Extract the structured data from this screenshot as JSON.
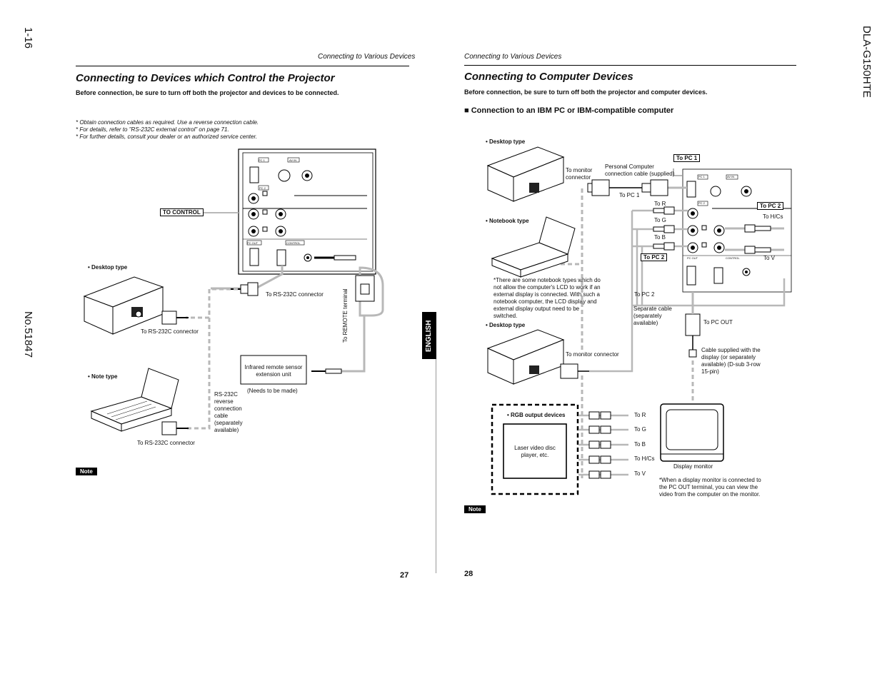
{
  "side": {
    "page_ref": "1-16",
    "doc_no": "No.51847",
    "model": "DLA-G150HTE"
  },
  "left": {
    "section_header": "Connecting to Various Devices",
    "title": "Connecting to Devices which Control the Projector",
    "subtitle": "Before connection, be sure to turn off both the projector and devices to be connected.",
    "notes": [
      "* Obtain connection cables as required. Use a reverse connection cable.",
      "* For details, refer to \"RS-232C external control\" on page 71.",
      "* For further details, consult your dealer or an authorized service center."
    ],
    "to_control": "TO CONTROL",
    "desktop_type": "• Desktop type",
    "note_type": "• Note type",
    "rs232_1": "To RS-232C connector",
    "rs232_2": "To RS-232C connector",
    "rs232_3": "To RS-232C connector",
    "remote_terminal": "To REMOTE terminal",
    "ir_sensor": "Infrared remote sensor extension unit",
    "needs_made": "(Needs to be made)",
    "reverse_cable": "RS-232C reverse connection cable (separately available)",
    "note_label": "Note",
    "page_num": "27",
    "english_tab": "ENGLISH"
  },
  "right": {
    "section_header": "Connecting to Various Devices",
    "title": "Connecting to Computer Devices",
    "subtitle": "Before connection, be sure to turn off both the projector and computer devices.",
    "subheading": "Connection to an IBM PC or IBM-compatible computer",
    "desktop_type_1": "• Desktop type",
    "notebook_type": "• Notebook type",
    "desktop_type_2": "• Desktop type",
    "to_monitor_connector_1": "To monitor connector",
    "pc_cable": "Personal Computer connection cable (supplied)",
    "to_pc1_box": "To PC 1",
    "to_pc1": "To PC 1",
    "to_pc2_box_a": "To PC 2",
    "to_pc2_box_b": "To PC 2",
    "to_r": "To R",
    "to_g": "To G",
    "to_b": "To B",
    "to_hcs": "To H/Cs",
    "to_v": "To V",
    "notebook_note": "*There are some notebook types which do not allow the computer's LCD to work if an external display is connected. With such a notebook computer, the LCD display and external display output need to be switched.",
    "to_pc2": "To PC 2",
    "separate_cable": "Separate cable (separately available)",
    "to_pc_out": "To PC OUT",
    "to_monitor_connector_2": "To monitor connector",
    "cable_supplied": "Cable supplied with the display (or separately available) (D-sub 3-row 15-pin)",
    "rgb_devices": "• RGB output devices",
    "laser_disc": "Laser video disc player, etc.",
    "rgb_r": "To R",
    "rgb_g": "To G",
    "rgb_b": "To B",
    "rgb_hcs": "To H/Cs",
    "rgb_v": "To V",
    "display_monitor": "Display monitor",
    "monitor_note": "*When a display monitor is connected to the PC OUT terminal, you can view the video from the computer on the monitor.",
    "note_label": "Note",
    "page_num": "28"
  },
  "panel_labels": {
    "pc1": "PC 1",
    "avin": "AV IN",
    "pc2": "PC 2",
    "pcout": "PC OUT",
    "control": "CONTROL"
  },
  "colors": {
    "cable_gray": "#b8b8b8",
    "line_black": "#000000"
  }
}
